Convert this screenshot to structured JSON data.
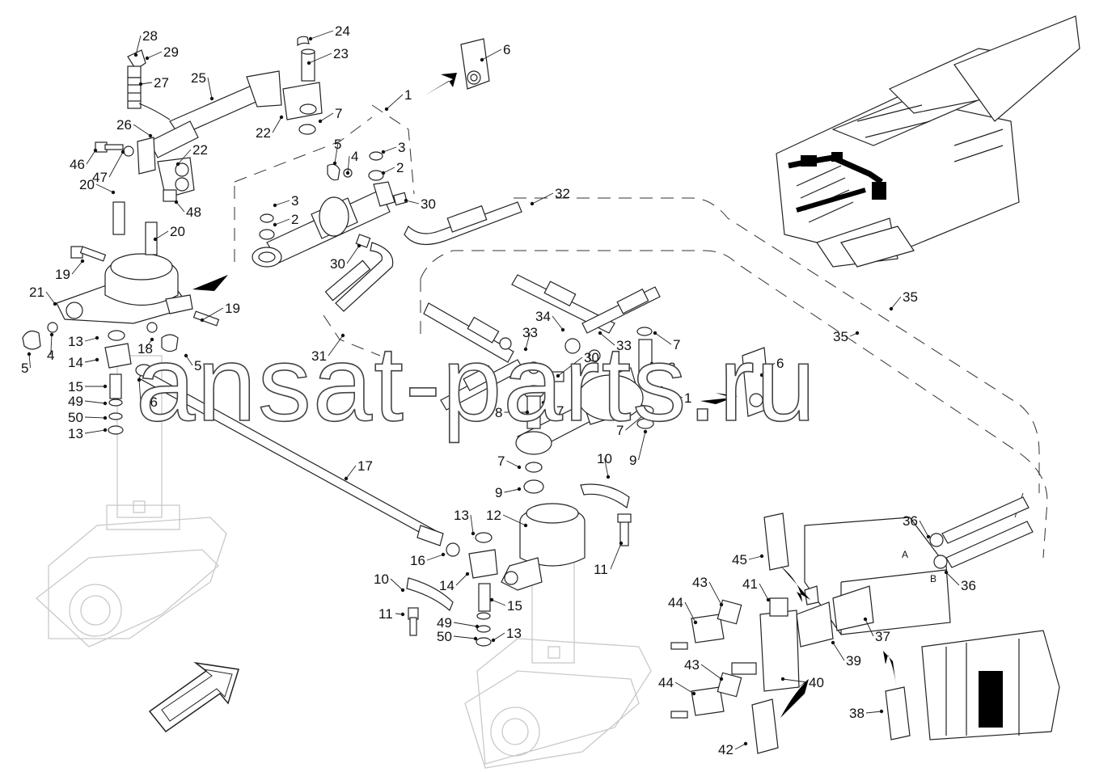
{
  "watermark": "ansat-parts.ru",
  "port_labels": {
    "a": "A",
    "b": "B"
  },
  "callouts": [
    {
      "id": "c1a",
      "text": "1"
    },
    {
      "id": "c1b",
      "text": "1"
    },
    {
      "id": "c2a",
      "text": "2"
    },
    {
      "id": "c2b",
      "text": "2"
    },
    {
      "id": "c3a",
      "text": "3"
    },
    {
      "id": "c3b",
      "text": "3"
    },
    {
      "id": "c4a",
      "text": "4"
    },
    {
      "id": "c4b",
      "text": "4"
    },
    {
      "id": "c5a",
      "text": "5"
    },
    {
      "id": "c5b",
      "text": "5"
    },
    {
      "id": "c5c",
      "text": "5"
    },
    {
      "id": "c6a",
      "text": "6"
    },
    {
      "id": "c6b",
      "text": "6"
    },
    {
      "id": "c7a",
      "text": "7"
    },
    {
      "id": "c7b",
      "text": "7"
    },
    {
      "id": "c7c",
      "text": "7"
    },
    {
      "id": "c7d",
      "text": "7"
    },
    {
      "id": "c7e",
      "text": "7"
    },
    {
      "id": "c8a",
      "text": "8"
    },
    {
      "id": "c8b",
      "text": "8"
    },
    {
      "id": "c9a",
      "text": "9"
    },
    {
      "id": "c9b",
      "text": "9"
    },
    {
      "id": "c10a",
      "text": "10"
    },
    {
      "id": "c10b",
      "text": "10"
    },
    {
      "id": "c11a",
      "text": "11"
    },
    {
      "id": "c11b",
      "text": "11"
    },
    {
      "id": "c12",
      "text": "12"
    },
    {
      "id": "c13a",
      "text": "13"
    },
    {
      "id": "c13b",
      "text": "13"
    },
    {
      "id": "c13c",
      "text": "13"
    },
    {
      "id": "c13d",
      "text": "13"
    },
    {
      "id": "c14a",
      "text": "14"
    },
    {
      "id": "c14b",
      "text": "14"
    },
    {
      "id": "c15a",
      "text": "15"
    },
    {
      "id": "c15b",
      "text": "15"
    },
    {
      "id": "c16a",
      "text": "16"
    },
    {
      "id": "c16b",
      "text": "16"
    },
    {
      "id": "c17",
      "text": "17"
    },
    {
      "id": "c18",
      "text": "18"
    },
    {
      "id": "c19a",
      "text": "19"
    },
    {
      "id": "c19b",
      "text": "19"
    },
    {
      "id": "c20a",
      "text": "20"
    },
    {
      "id": "c20b",
      "text": "20"
    },
    {
      "id": "c21",
      "text": "21"
    },
    {
      "id": "c22a",
      "text": "22"
    },
    {
      "id": "c22b",
      "text": "22"
    },
    {
      "id": "c23",
      "text": "23"
    },
    {
      "id": "c24",
      "text": "24"
    },
    {
      "id": "c25",
      "text": "25"
    },
    {
      "id": "c26",
      "text": "26"
    },
    {
      "id": "c27",
      "text": "27"
    },
    {
      "id": "c28",
      "text": "28"
    },
    {
      "id": "c29",
      "text": "29"
    },
    {
      "id": "c30a",
      "text": "30"
    },
    {
      "id": "c30b",
      "text": "30"
    },
    {
      "id": "c30c",
      "text": "30"
    },
    {
      "id": "c31",
      "text": "31"
    },
    {
      "id": "c32",
      "text": "32"
    },
    {
      "id": "c33a",
      "text": "33"
    },
    {
      "id": "c33b",
      "text": "33"
    },
    {
      "id": "c34",
      "text": "34"
    },
    {
      "id": "c35a",
      "text": "35"
    },
    {
      "id": "c35b",
      "text": "35"
    },
    {
      "id": "c36a",
      "text": "36"
    },
    {
      "id": "c36b",
      "text": "36"
    },
    {
      "id": "c37",
      "text": "37"
    },
    {
      "id": "c38",
      "text": "38"
    },
    {
      "id": "c39",
      "text": "39"
    },
    {
      "id": "c40",
      "text": "40"
    },
    {
      "id": "c41",
      "text": "41"
    },
    {
      "id": "c42",
      "text": "42"
    },
    {
      "id": "c43a",
      "text": "43"
    },
    {
      "id": "c43b",
      "text": "43"
    },
    {
      "id": "c44a",
      "text": "44"
    },
    {
      "id": "c44b",
      "text": "44"
    },
    {
      "id": "c45",
      "text": "45"
    },
    {
      "id": "c46",
      "text": "46"
    },
    {
      "id": "c47",
      "text": "47"
    },
    {
      "id": "c48",
      "text": "48"
    },
    {
      "id": "c49a",
      "text": "49"
    },
    {
      "id": "c49b",
      "text": "49"
    },
    {
      "id": "c50a",
      "text": "50"
    },
    {
      "id": "c50b",
      "text": "50"
    }
  ]
}
